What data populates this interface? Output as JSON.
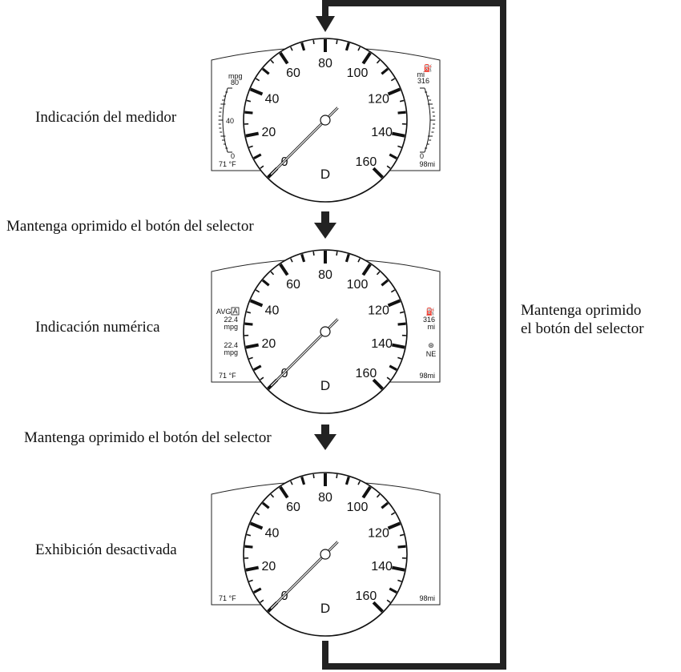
{
  "labels": {
    "meter": "Indicación del medidor",
    "numeric": "Indicación numérica",
    "off": "Exhibición desactivada",
    "press1": "Mantenga oprimido el botón del selector",
    "press2": "Mantenga oprimido el botón del selector",
    "return_line1": "Mantenga oprimido",
    "return_line2": "el botón del selector"
  },
  "speedometer": {
    "scale": [
      "0",
      "20",
      "40",
      "60",
      "80",
      "100",
      "120",
      "140",
      "160"
    ],
    "gear": "D"
  },
  "cluster": {
    "temp": "71",
    "temp_unit": "°F",
    "trip": "98",
    "trip_unit": "mi"
  },
  "meter_panel": {
    "mpg_label": "mpg",
    "mpg_max": "80",
    "mpg_mid": "40",
    "mpg_min": "0",
    "range_unit": "mi",
    "range_value": "316",
    "range_min": "0"
  },
  "numeric_panel": {
    "avg_label": "AVG",
    "avg_box": "A",
    "avg_value": "22.4",
    "avg_unit": "mpg",
    "inst_value": "22.4",
    "inst_unit": "mpg",
    "range_value": "316",
    "range_unit": "mi",
    "compass": "NE"
  },
  "colors": {
    "ink": "#111111",
    "background": "#ffffff"
  }
}
